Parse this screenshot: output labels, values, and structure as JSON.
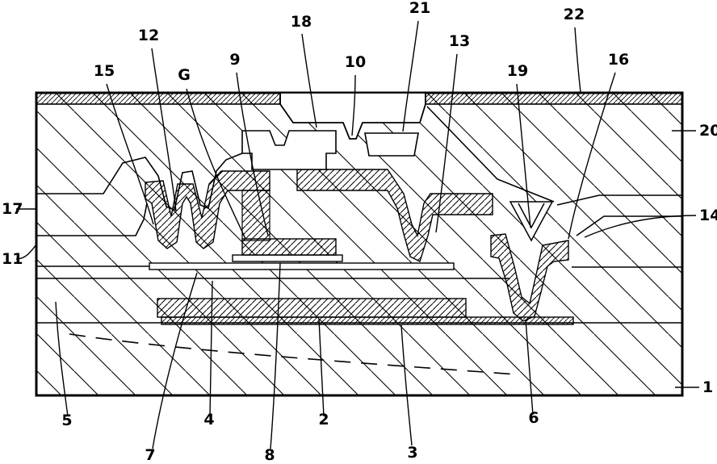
{
  "figure": {
    "type": "patent cross-section diagram of a thin-film semiconductor device",
    "background_color": "#ffffff",
    "line_color": "#000000"
  },
  "labels": [
    {
      "text": "12"
    },
    {
      "text": "18"
    },
    {
      "text": "21"
    },
    {
      "text": "22"
    },
    {
      "text": "15"
    },
    {
      "text": "G"
    },
    {
      "text": "9"
    },
    {
      "text": "10"
    },
    {
      "text": "13"
    },
    {
      "text": "19"
    },
    {
      "text": "16"
    },
    {
      "text": "20"
    },
    {
      "text": "17"
    },
    {
      "text": "14"
    },
    {
      "text": "11"
    },
    {
      "text": "1"
    },
    {
      "text": "5"
    },
    {
      "text": "4"
    },
    {
      "text": "2"
    },
    {
      "text": "6"
    },
    {
      "text": "7"
    },
    {
      "text": "8"
    },
    {
      "text": "3"
    }
  ]
}
